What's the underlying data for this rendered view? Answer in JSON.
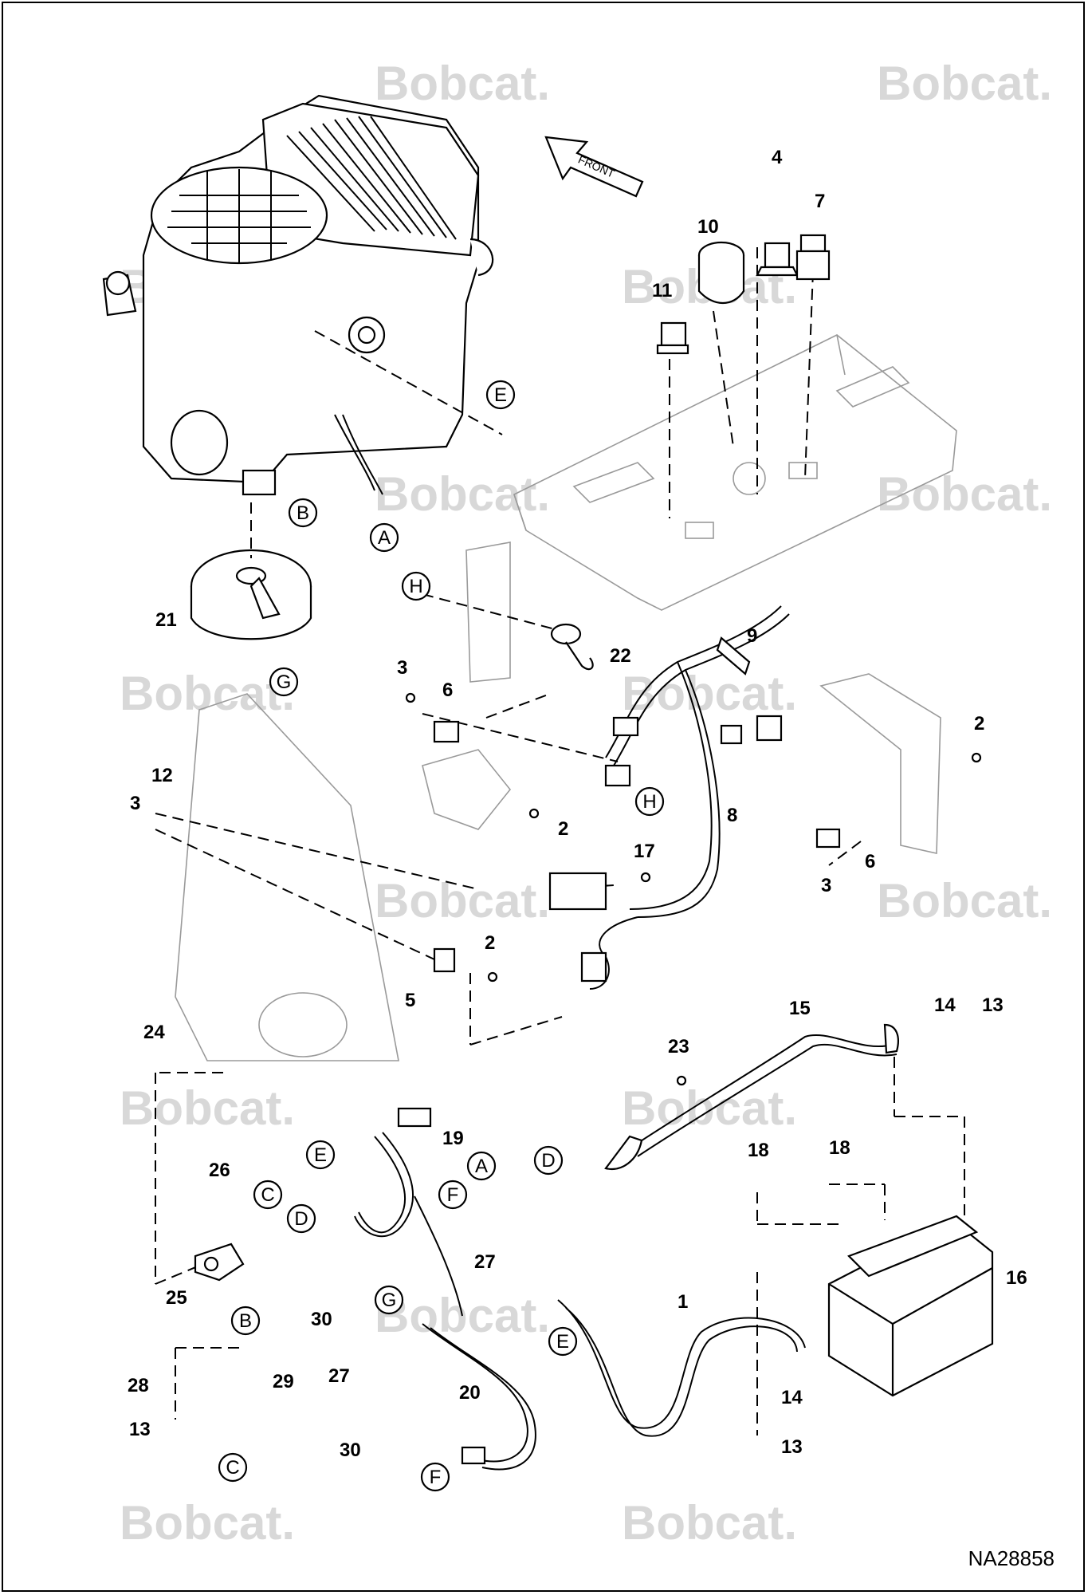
{
  "watermark": "Bobcat.",
  "front_label": "FRONT",
  "doc_id": "NA28858",
  "callouts": {
    "A": "A",
    "B": "B",
    "C": "C",
    "D": "D",
    "E": "E",
    "F": "F",
    "G": "G",
    "H": "H"
  },
  "part_numbers": [
    "1",
    "2",
    "3",
    "4",
    "5",
    "6",
    "7",
    "8",
    "9",
    "10",
    "11",
    "12",
    "13",
    "14",
    "15",
    "16",
    "17",
    "18",
    "19",
    "20",
    "21",
    "22",
    "23",
    "24",
    "25",
    "26",
    "27",
    "28",
    "29",
    "30"
  ],
  "colors": {
    "line": "#000000",
    "ghost": "#9a9a9a",
    "watermark": "#d8d8d8"
  }
}
